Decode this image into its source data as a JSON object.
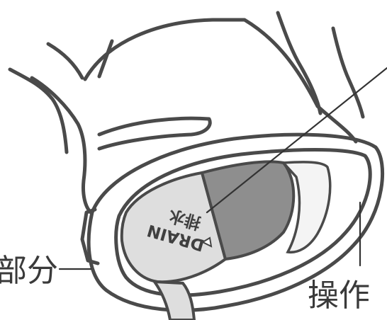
{
  "figure": {
    "colors": {
      "outline": "#4a4a4a",
      "drain_cap": "#dedede",
      "dark_half": "#8e8e8e",
      "background": "#ffffff"
    },
    "cap_text_en": "DRAIN",
    "cap_text_jp": "排水",
    "label_left": "部分",
    "label_right": "操作"
  }
}
